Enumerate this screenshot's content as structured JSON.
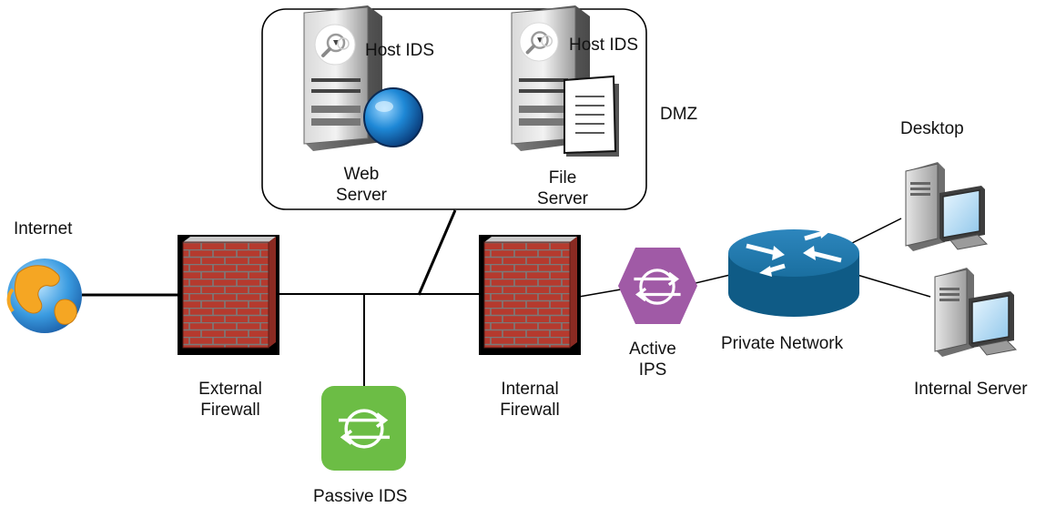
{
  "labels": {
    "internet": "Internet",
    "external_firewall": [
      "External",
      "Firewall"
    ],
    "passive_ids": "Passive IDS",
    "internal_firewall": [
      "Internal",
      "Firewall"
    ],
    "active_ips": [
      "Active",
      "IPS"
    ],
    "private_network": "Private Network",
    "desktop": "Desktop",
    "internal_server": "Internal Server",
    "dmz": "DMZ",
    "web_server": [
      "Web",
      "Server"
    ],
    "file_server": [
      "File",
      "Server"
    ],
    "host_ids_web": "Host IDS",
    "host_ids_file": "Host IDS"
  },
  "colors": {
    "passive_ids_fill": "#6cbd45",
    "active_ips_fill": "#a05aa6",
    "router_fill": "#1a6fa0",
    "firewall_brick": "#b53a2e",
    "globe_blue": "#1e88d6",
    "internet_globe_orange": "#f5a623"
  },
  "icons": {
    "internet": "globe-icon",
    "external_firewall": "firewall-icon",
    "internal_firewall": "firewall-icon",
    "passive_ids": "ids-icon",
    "active_ips": "ips-icon",
    "router": "router-icon",
    "web_server": "server-icon",
    "file_server": "server-icon",
    "desktop": "workstation-icon",
    "internal_server": "workstation-icon"
  }
}
